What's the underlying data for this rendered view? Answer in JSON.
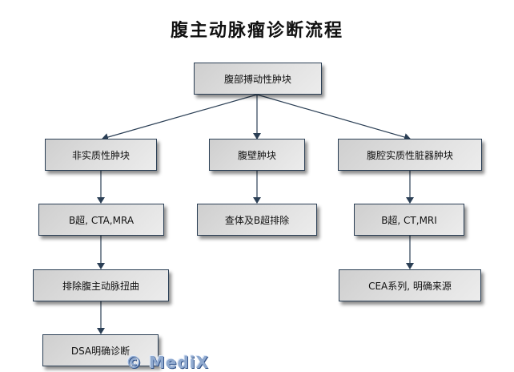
{
  "title": "腹主动脉瘤诊断流程",
  "nodes": {
    "root": "腹部搏动性肿块",
    "left_1": "非实质性肿块",
    "middle_1": "腹壁肿块",
    "right_1": "腹腔实质性脏器肿块",
    "left_2": "B超, CTA,MRA",
    "middle_2": "查体及B超排除",
    "right_2": "B超, CT,MRI",
    "left_3": "排除腹主动脉扭曲",
    "right_3": "CEA系列, 明确来源",
    "left_4": "DSA明确诊断"
  },
  "watermark": "© MediX",
  "colors": {
    "connector": "#2b3f55",
    "node_border": "#2b3f55"
  }
}
